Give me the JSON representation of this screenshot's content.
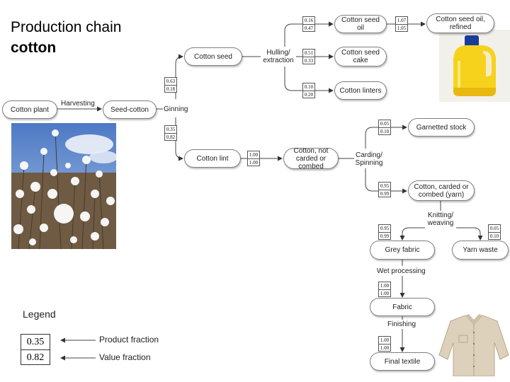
{
  "title": {
    "line1": "Production chain",
    "line2": "cotton"
  },
  "nodes": {
    "cotton_plant": "Cotton plant",
    "seed_cotton": "Seed-cotton",
    "cotton_seed": "Cotton seed",
    "cotton_seed_oil": "Cotton seed oil",
    "cotton_seed_oil_refined": "Cotton seed oil, refined",
    "cotton_seed_cake": "Cotton seed cake",
    "cotton_linters": "Cotton linters",
    "cotton_lint": "Cotton lint",
    "cotton_not_carded": "Cotton, not carded or combed",
    "garnetted_stock": "Garnetted stock",
    "cotton_carded": "Cotton, carded or combed (yarn)",
    "grey_fabric": "Grey fabric",
    "yarn_waste": "Yarn waste",
    "fabric": "Fabric",
    "final_textile": "Final textile"
  },
  "processes": {
    "harvesting": "Harvesting",
    "ginning": "Ginning",
    "hulling": "Hulling/ extraction",
    "carding": "Carding/ Spinning",
    "knitting": "Knitting/ weaving",
    "wet_processing": "Wet processing",
    "finishing": "Finishing"
  },
  "fractions": {
    "seed": {
      "product": "0.63",
      "value": "0.18"
    },
    "lint": {
      "product": "0.35",
      "value": "0.82"
    },
    "seed_oil": {
      "product": "0.16",
      "value": "0.47"
    },
    "oil_refined": {
      "product": "1.07",
      "value": "1.05"
    },
    "seed_cake": {
      "product": "0.51",
      "value": "0.33"
    },
    "linters": {
      "product": "0.10",
      "value": "0.20"
    },
    "not_carded": {
      "product": "1.00",
      "value": "1.00"
    },
    "garnetted": {
      "product": "0.05",
      "value": "0.10"
    },
    "carded": {
      "product": "0.95",
      "value": "0.99"
    },
    "grey_fabric": {
      "product": "0.95",
      "value": "0.99"
    },
    "yarn_waste": {
      "product": "0.05",
      "value": "0.10"
    },
    "fabric": {
      "product": "1.00",
      "value": "1.00"
    },
    "final": {
      "product": "1.00",
      "value": "1.00"
    }
  },
  "legend": {
    "title": "Legend",
    "product_example": "0.35",
    "value_example": "0.82",
    "product_label": "Product fraction",
    "value_label": "Value fraction"
  }
}
